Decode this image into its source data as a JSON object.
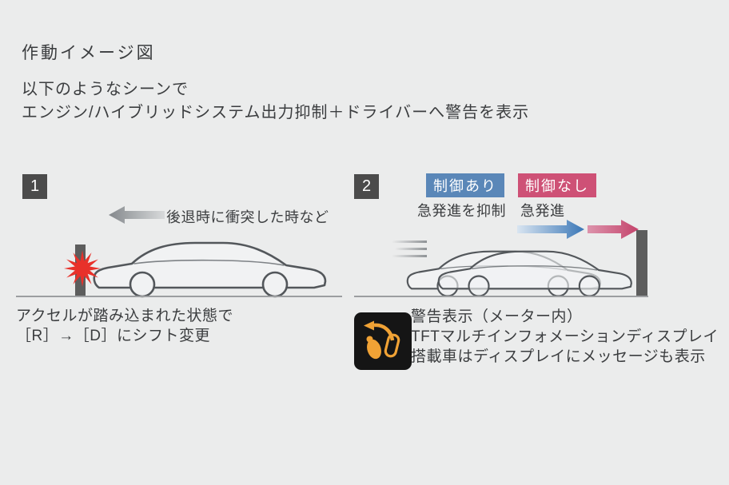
{
  "title": "作動イメージ図",
  "intro": {
    "line1": "以下のようなシーンで",
    "line2": "エンジン/ハイブリッドシステム出力抑制＋ドライバーへ警告を表示"
  },
  "panel1": {
    "number": "1",
    "arrow_caption": "後退時に衝突した時など",
    "caption_line1": "アクセルが踏み込まれた状態で",
    "caption_line2": "［R］→［D］にシフト変更"
  },
  "panel2": {
    "number": "2",
    "control_on_label": "制御あり",
    "control_off_label": "制御なし",
    "control_on_caption": "急発進を抑制",
    "control_off_caption": "急発進",
    "warning_line1": "警告表示（メーター内）",
    "warning_line2": "TFTマルチインフォメーションディスプレイ",
    "warning_line3": "搭載車はディスプレイにメッセージも表示"
  },
  "icons": {
    "reverse_arrow": "left-gray-arrow",
    "control_on_arrow": "right-blue-arrow",
    "control_off_arrow": "right-pink-arrow",
    "collision": "red-burst",
    "speed_lines": "motion-streaks",
    "warning": "pedal-misapplication-warning"
  },
  "colors": {
    "background": "#ebecec",
    "text": "#3b3d3f",
    "step_badge": "#4b4b4b",
    "control_on_blue": "#5a87b8",
    "control_off_pink": "#ce5176",
    "burst_red": "#e8312a",
    "pole_gray": "#5d5d5d",
    "warning_amber": "#f0a235",
    "warning_bg": "#151515"
  }
}
